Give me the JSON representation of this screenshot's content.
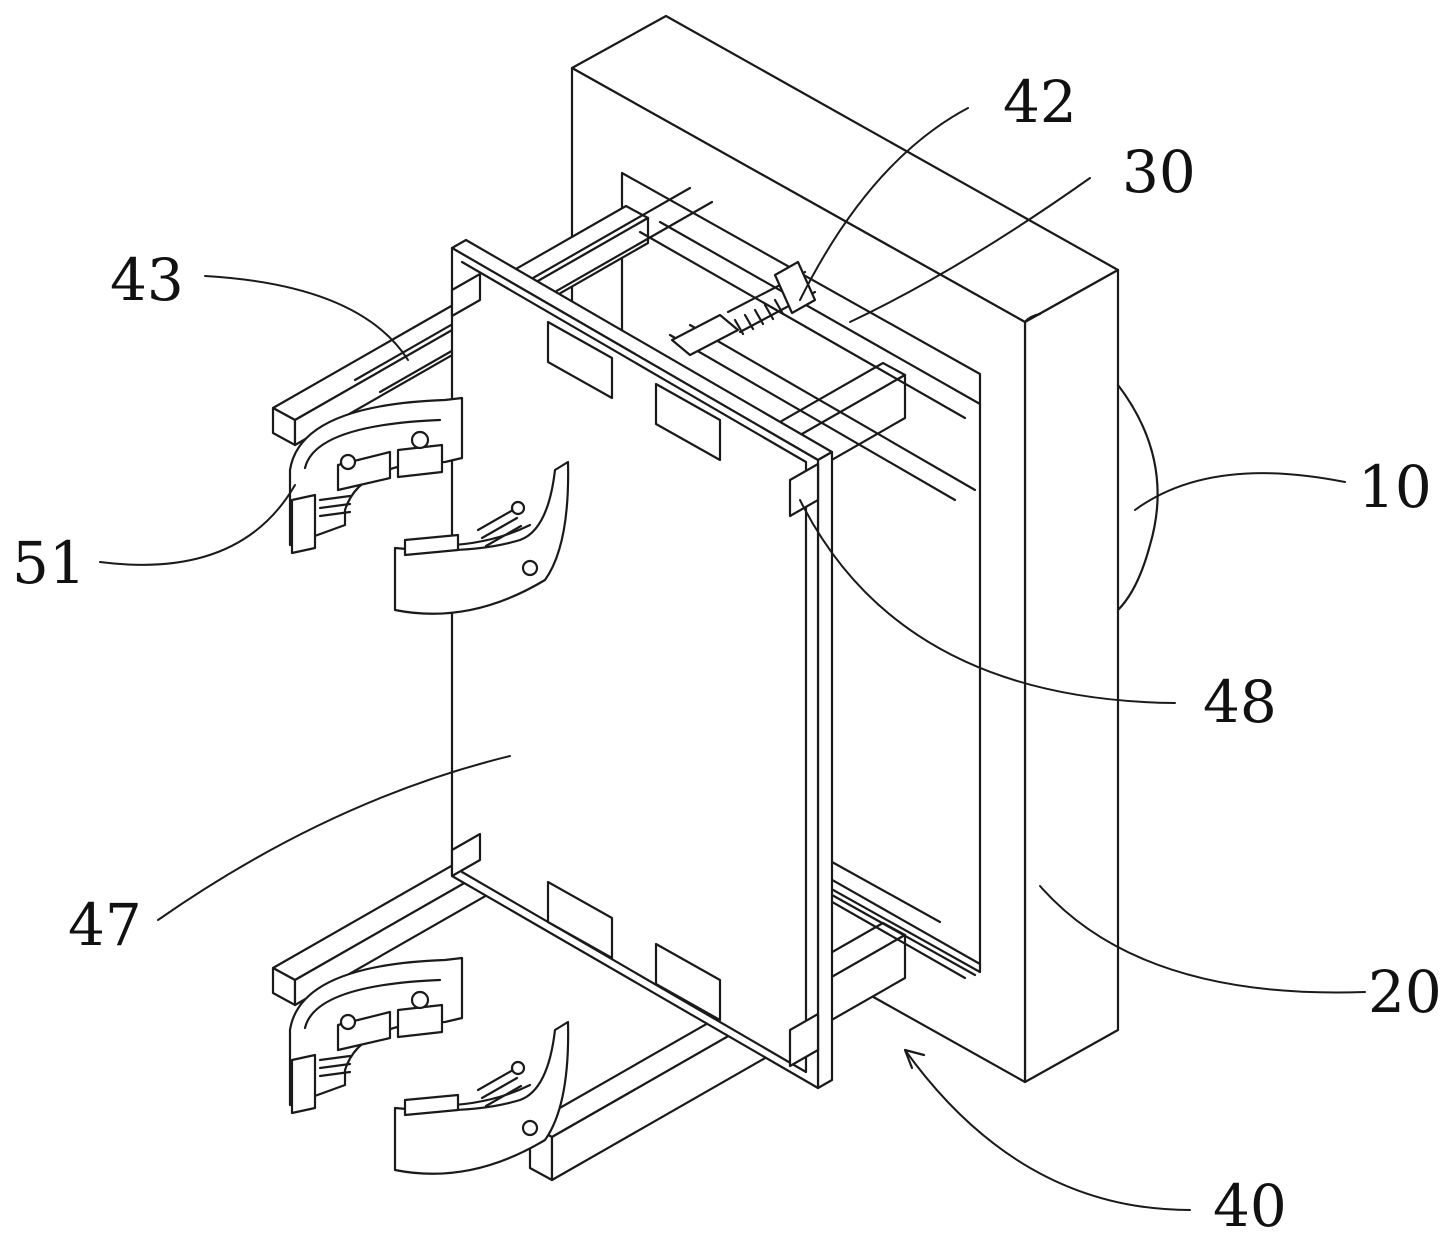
{
  "figure": {
    "reference_numerals": [
      {
        "id": "r42",
        "text": "42"
      },
      {
        "id": "r30",
        "text": "30"
      },
      {
        "id": "r43",
        "text": "43"
      },
      {
        "id": "r10",
        "text": "10"
      },
      {
        "id": "r51",
        "text": "51"
      },
      {
        "id": "r48",
        "text": "48"
      },
      {
        "id": "r47",
        "text": "47"
      },
      {
        "id": "r20",
        "text": "20"
      },
      {
        "id": "r40",
        "text": "40"
      }
    ]
  },
  "colors": {
    "line": "#1a1a1a",
    "background": "#ffffff"
  }
}
